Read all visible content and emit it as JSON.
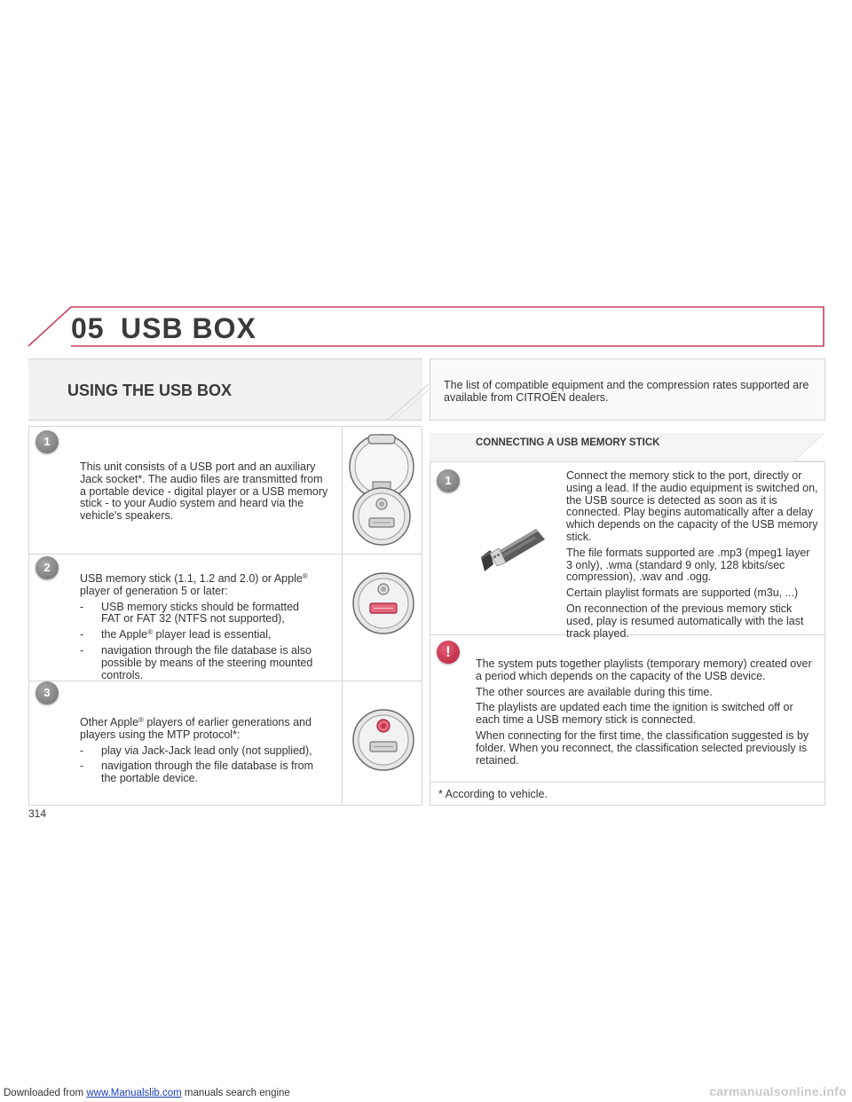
{
  "header": {
    "chapter_number": "05",
    "chapter_title": "USB BOX"
  },
  "section": {
    "title": "USING THE USB BOX",
    "intro": "The list of compatible equipment and the compression rates supported are available from CITROËN dealers."
  },
  "left": {
    "items": [
      {
        "badge": "1",
        "text": "This unit consists of a USB port and an auxiliary Jack socket*. The audio files are transmitted from a portable device - digital player or a USB memory stick - to your Audio system and heard via the vehicle's speakers."
      },
      {
        "badge": "2",
        "lead_a": "USB memory stick (1.1, 1.2 and 2.0) or Apple",
        "lead_reg": "®",
        "lead_b": "player of generation 5 or later:",
        "bullets": [
          {
            "a": "USB memory sticks should be formatted FAT or FAT 32 (NTFS not supported),",
            "reg": "",
            "b": ""
          },
          {
            "a": "the Apple",
            "reg": "®",
            "b": " player lead is essential,"
          },
          {
            "a": "navigation through the file database is also possible by means of the steering mounted controls.",
            "reg": "",
            "b": ""
          }
        ]
      },
      {
        "badge": "3",
        "lead_a": "Other Apple",
        "lead_reg": "®",
        "lead_b": " players of earlier generations and players using the MTP protocol*:",
        "bullets": [
          {
            "a": "play via Jack-Jack lead only (not supplied),",
            "reg": "",
            "b": ""
          },
          {
            "a": "navigation through the file database is from the portable device.",
            "reg": "",
            "b": ""
          }
        ]
      }
    ],
    "bullet_dash": "-"
  },
  "right": {
    "connect_title": "CONNECTING A USB MEMORY STICK",
    "connect_badge": "1",
    "connect_paragraphs": [
      "Connect the memory stick to the port, directly or using a lead. If the audio equipment is switched on, the USB source is detected as soon as it is connected. Play begins automatically after a delay which depends on the capacity of the USB memory stick.",
      "The file formats supported are .mp3 (mpeg1 layer 3 only), .wma (standard 9 only, 128 kbits/sec compression), .wav and .ogg.",
      "Certain playlist formats are supported (m3u, ...)",
      "On reconnection of the previous memory stick used, play is resumed automatically with the last track played."
    ],
    "warning_badge": "!",
    "warning_paragraphs": [
      "The system puts together playlists (temporary memory) created over a period which depends on the capacity of the USB device.",
      "The other sources are available during this time.",
      "The playlists are updated each time the ignition is switched off or each time a USB memory stick is connected.",
      "When connecting for the first time, the classification suggested is by folder. When you reconnect, the classification selected previously is retained."
    ],
    "footnote": "* According to vehicle."
  },
  "page_number": "314",
  "footer": {
    "prefix": "Downloaded from ",
    "link": "www.Manualslib.com",
    "suffix": " manuals search engine",
    "watermark": "carmanualsonline.info"
  },
  "colors": {
    "accent": "#c9415a",
    "badge_grey": "#8a8a8a",
    "warning_red": "#c9415a"
  }
}
